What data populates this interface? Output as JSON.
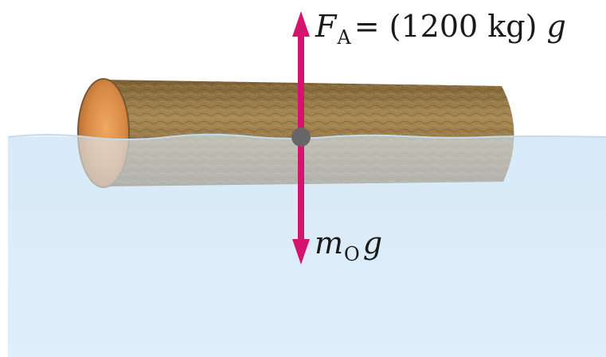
{
  "colors": {
    "water": "#dfeefa",
    "water_surface": "#c9dff1",
    "log_bark": "#9a7b4a",
    "log_end": "#e39a4f",
    "force_arrow": "#d4146e",
    "center_dot": "#666666"
  },
  "forces": {
    "buoyant": {
      "symbol": "F",
      "subscript": "A",
      "rest": "= (1200 kg)",
      "g": "g",
      "direction": "up"
    },
    "weight": {
      "symbol": "m",
      "subscript": "O",
      "g": "g",
      "direction": "down"
    }
  }
}
